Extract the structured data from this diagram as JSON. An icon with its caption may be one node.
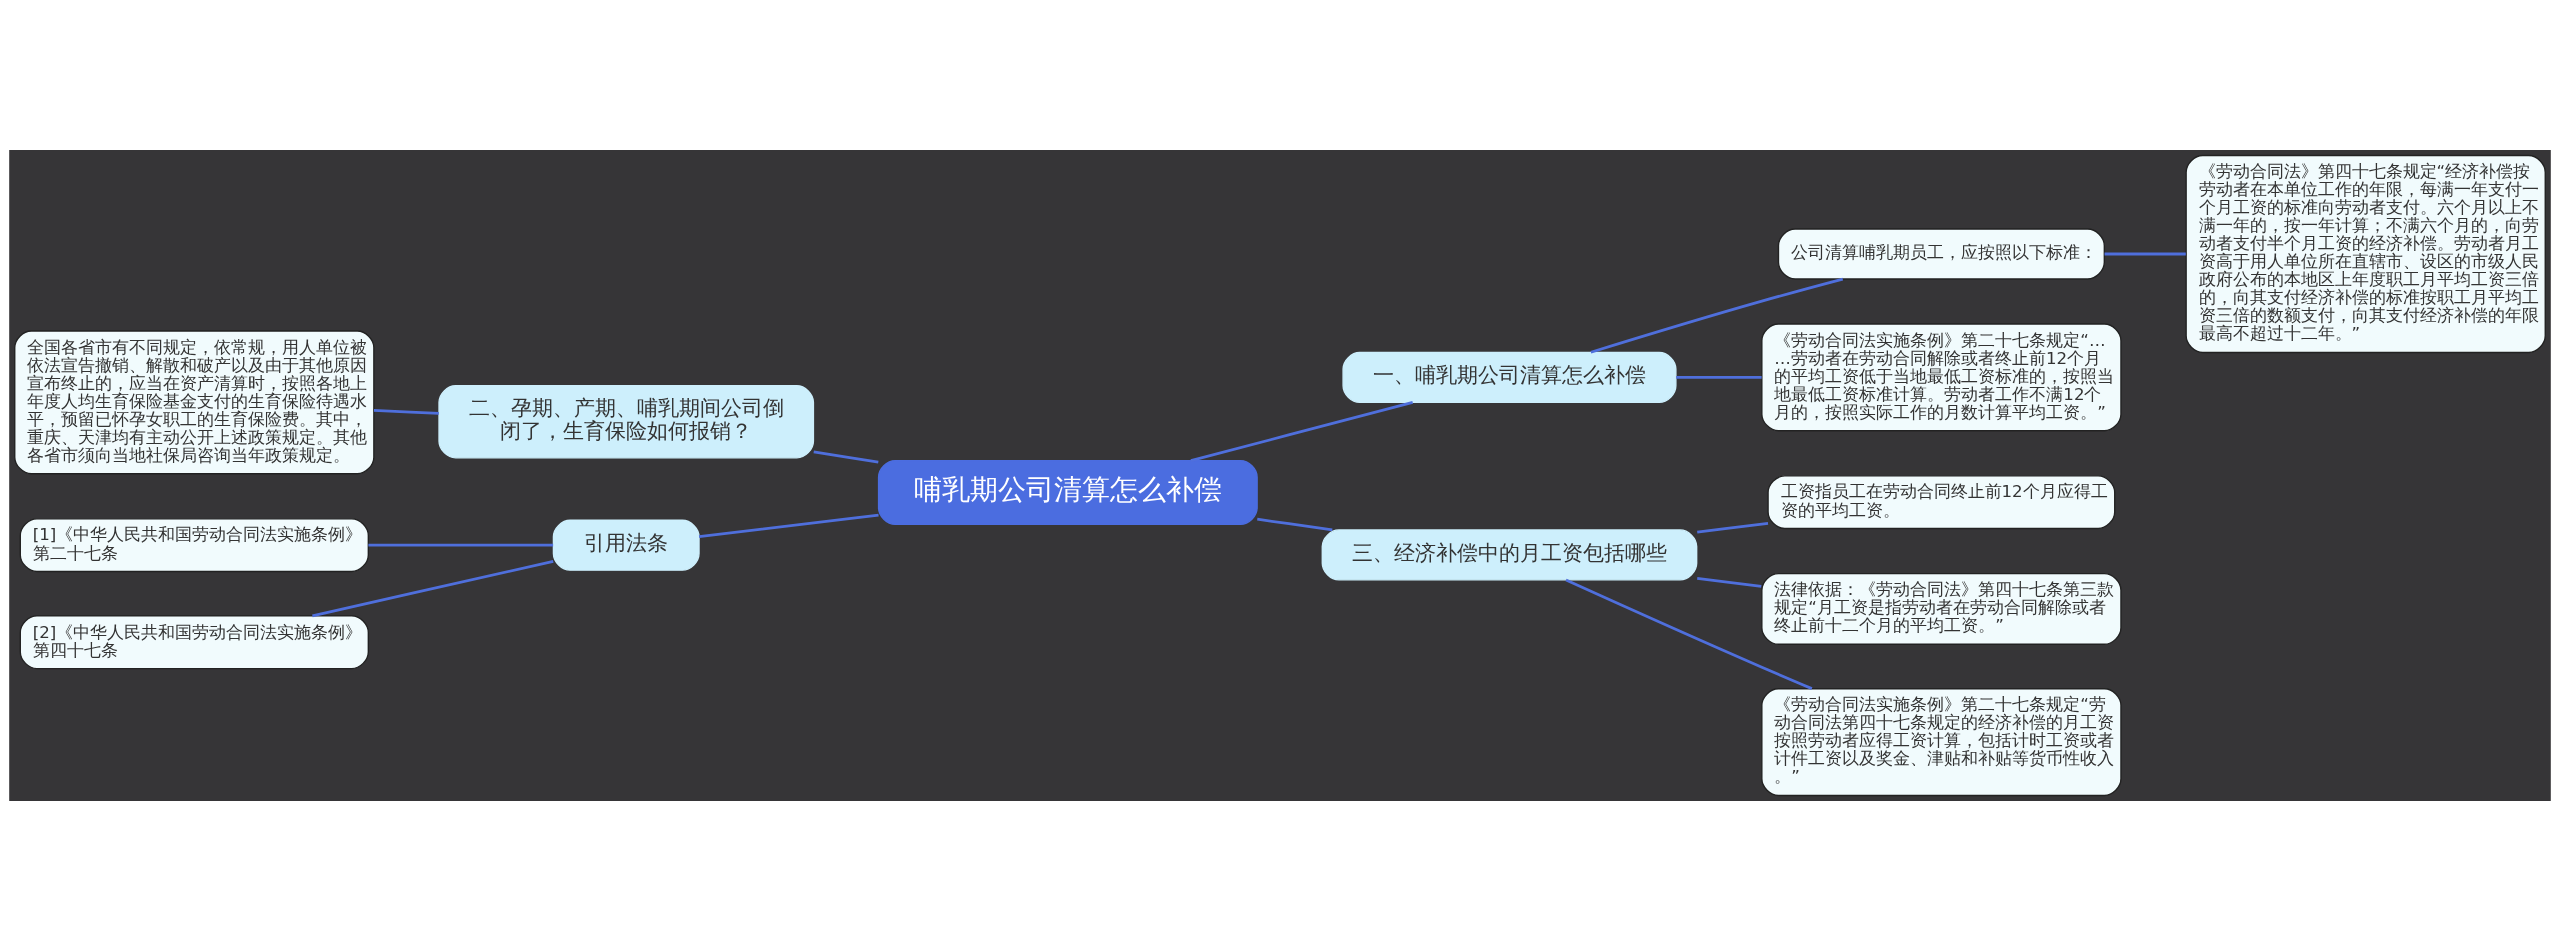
{
  "diagram": {
    "nodes": [
      {
        "text": [
          "哺乳期公司清算怎么补偿"
        ]
      },
      {
        "text": [
          "一、哺乳期公司清算怎么补偿"
        ]
      },
      {
        "text": [
          "公司清算哺乳期员工，应按照以下标准："
        ]
      },
      {
        "text": [
          "《劳动合同法》第四十七条规定“经济补偿按劳动者在本单位工作的年限，每满一年支付一个月工资的标准向劳动者支付。六个月以上不满一年的，按一年计算；不满六个月的，向劳动者支付半个月工资的经济补偿。劳动者月工资高于用人单位所在直辖市、设区的市级人民政府公布的本地区上年度职工月平均工资三倍的，向其支付经济补偿的标准按职工月平均工资三倍的数额支付，向其支付经济补偿的年限最高不超过十二年。”"
        ]
      },
      {
        "text": [
          "《劳动合同法实施条例》第二十七条规定“……劳动者在劳动合同解除或者终止前12个月的平均工资低于当地最低工资标准的，按照当地最低工资标准计算。劳动者工作不满12个月的，按照实际工作的月数计算平均工资。”"
        ]
      },
      {
        "text": [
          "二、孕期、产期、哺乳期间公司倒闭了，生育保险如何报销？"
        ]
      },
      {
        "text": [
          "全国各省市有不同规定，依常规，用人单位被依法宣告撤销、解散和破产以及由于其他原因宣布终止的，应当在资产清算时，按照各地上年度人均生育保险基金支付的生育保险待遇水平，预留已怀孕女职工的生育保险费。其中，重庆、天津均有主动公开上述政策规定。其他各省市须向当地社保局咨询当年政策规定。"
        ]
      },
      {
        "text": [
          "引用法条"
        ]
      },
      {
        "text": [
          "[1]《中华人民共和国劳动合同法实施条例》第二十七条"
        ]
      },
      {
        "text": [
          "[2]《中华人民共和国劳动合同法实施条例》第四十七条"
        ]
      },
      {
        "text": [
          "三、经济补偿中的月工资包括哪些"
        ]
      },
      {
        "text": [
          "工资指员工在劳动合同终止前12个月应得工资的平均工资。"
        ]
      },
      {
        "text": [
          "法律依据：《劳动合同法》第四十七条第三款规定“月工资是指劳动者在劳动合同解除或者终止前十二个月的平均工资。”"
        ]
      },
      {
        "text": [
          "《劳动合同法实施条例》第二十七条规定“劳动合同法第四十七条规定的经济补偿的月工资按照劳动者应得工资计算，包括计时工资或者计件工资以及奖金、津贴和补贴等货币性收入。”"
        ]
      }
    ],
    "edges": [
      {
        "from": 0,
        "to": 1,
        "arrow": "none"
      },
      {
        "from": 1,
        "to": 2,
        "arrow": "none"
      },
      {
        "from": 2,
        "to": 3,
        "arrow": "none"
      },
      {
        "from": 1,
        "to": 4,
        "arrow": "none"
      },
      {
        "from": 5,
        "to": 0,
        "arrow": "none"
      },
      {
        "from": 6,
        "to": 5,
        "arrow": "none"
      },
      {
        "from": 7,
        "to": 0,
        "arrow": "none"
      },
      {
        "from": 8,
        "to": 7,
        "arrow": "none"
      },
      {
        "from": 9,
        "to": 7,
        "arrow": "none"
      },
      {
        "from": 0,
        "to": 10,
        "arrow": "none"
      },
      {
        "from": 10,
        "to": 11,
        "arrow": "none"
      },
      {
        "from": 10,
        "to": 12,
        "arrow": "none"
      },
      {
        "from": 10,
        "to": 13,
        "arrow": "none"
      }
    ]
  }
}
